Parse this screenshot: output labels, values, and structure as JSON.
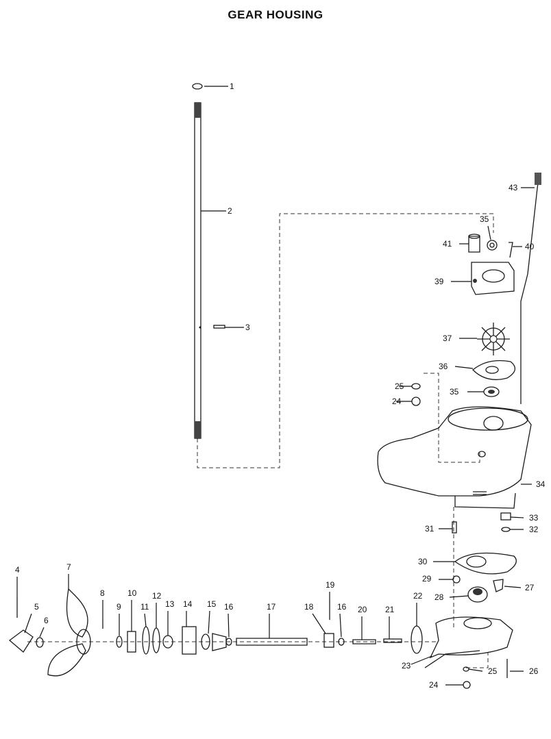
{
  "title": "GEAR HOUSING",
  "callouts": [
    "1",
    "2",
    "3",
    "4",
    "5",
    "6",
    "7",
    "8",
    "9",
    "10",
    "11",
    "12",
    "13",
    "14",
    "15",
    "16",
    "16",
    "17",
    "18",
    "19",
    "20",
    "21",
    "22",
    "23",
    "24",
    "24",
    "25",
    "25",
    "26",
    "27",
    "28",
    "29",
    "30",
    "31",
    "32",
    "33",
    "34",
    "35",
    "35",
    "36",
    "37",
    "39",
    "40",
    "41",
    "43"
  ]
}
